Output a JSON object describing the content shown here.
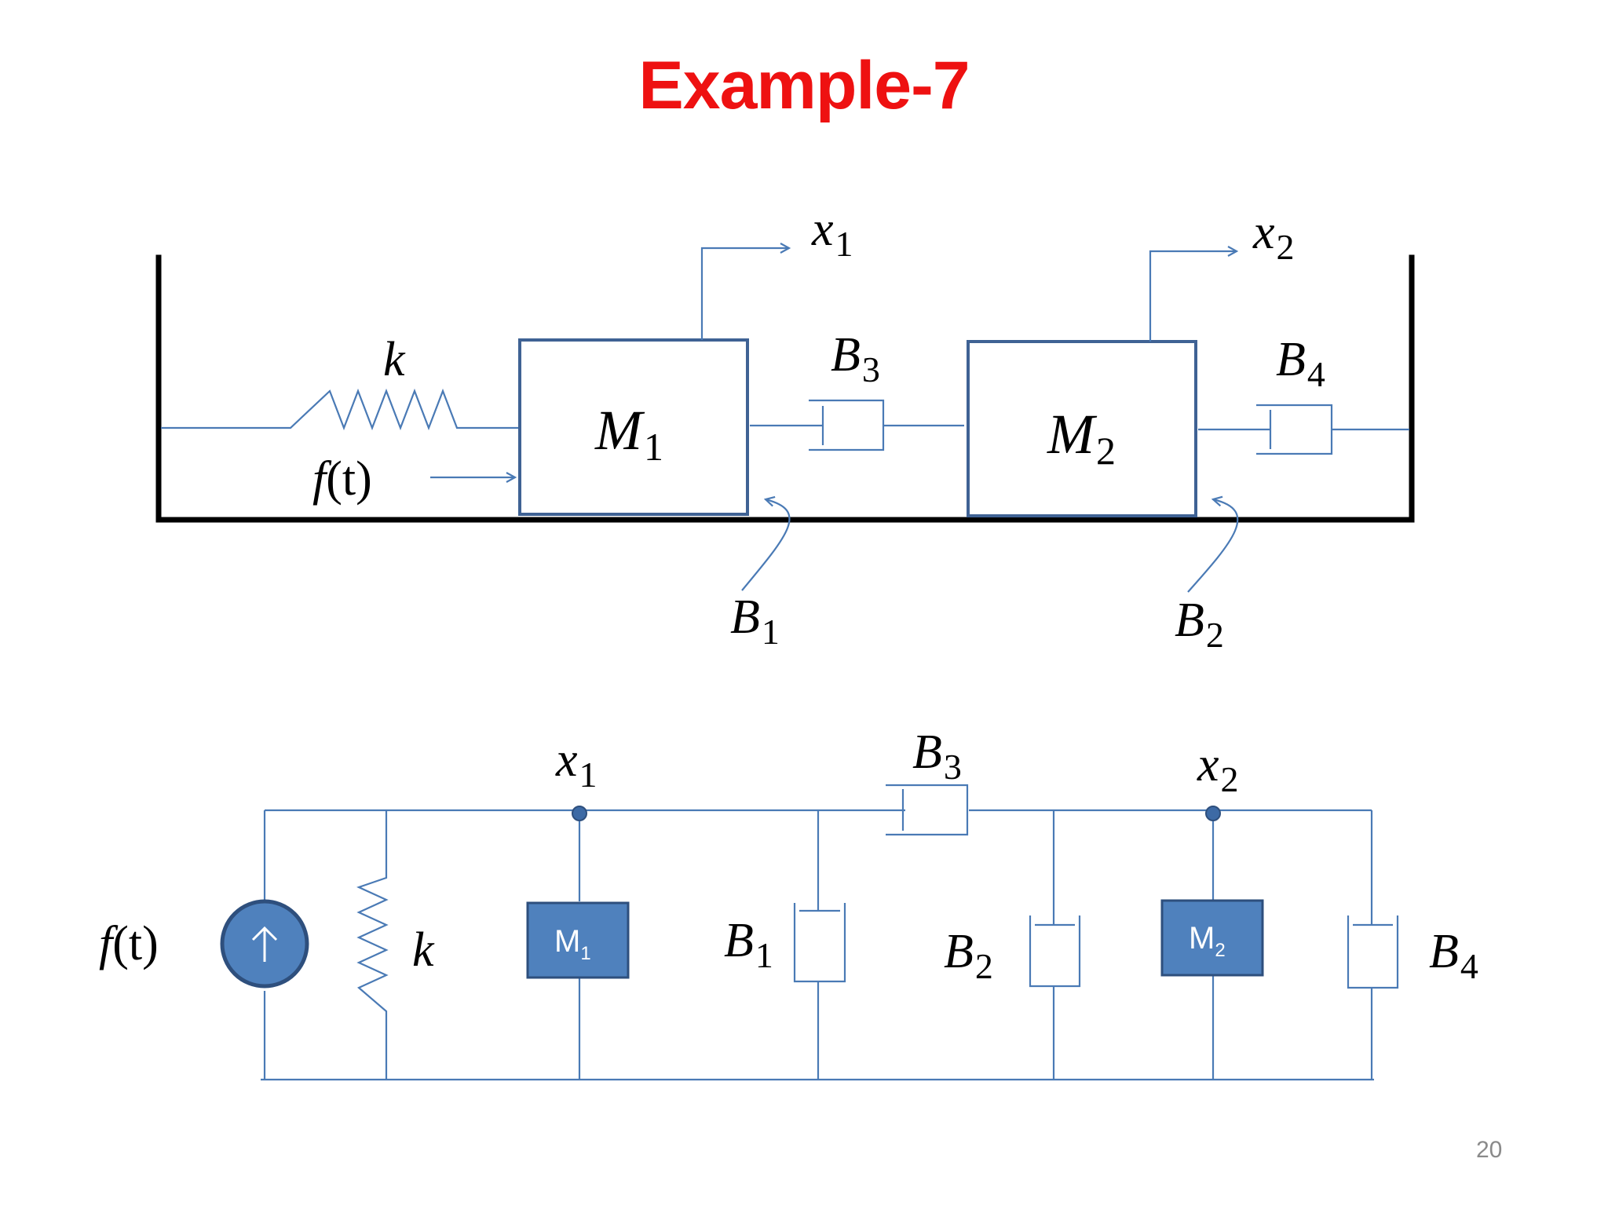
{
  "title": "Example-7",
  "page_number": "20",
  "colors": {
    "title": "#ee1111",
    "wire": "#4a7ab5",
    "mass_fill": "#4f81bd",
    "page_number": "#8a8a8a"
  },
  "mechanical": {
    "spring": {
      "symbol": "k"
    },
    "force": {
      "symbol": "f",
      "argument": "(t)"
    },
    "mass_1": {
      "symbol": "M",
      "index": "1"
    },
    "mass_2": {
      "symbol": "M",
      "index": "2"
    },
    "displacement_1": {
      "symbol": "x",
      "index": "1"
    },
    "displacement_2": {
      "symbol": "x",
      "index": "2"
    },
    "damper_B1": {
      "symbol": "B",
      "index": "1"
    },
    "damper_B2": {
      "symbol": "B",
      "index": "2"
    },
    "damper_B3": {
      "symbol": "B",
      "index": "3"
    },
    "damper_B4": {
      "symbol": "B",
      "index": "4"
    }
  },
  "circuit": {
    "source": {
      "symbol": "f",
      "argument": "(t)",
      "icon": "up-arrow-icon"
    },
    "spring": {
      "symbol": "k"
    },
    "node_1": {
      "symbol": "x",
      "index": "1"
    },
    "node_2": {
      "symbol": "x",
      "index": "2"
    },
    "mass_1": {
      "label": "M",
      "index": "1"
    },
    "mass_2": {
      "label": "M",
      "index": "2"
    },
    "damper_B1": {
      "symbol": "B",
      "index": "1"
    },
    "damper_B2": {
      "symbol": "B",
      "index": "2"
    },
    "damper_B3": {
      "symbol": "B",
      "index": "3"
    },
    "damper_B4": {
      "symbol": "B",
      "index": "4"
    }
  }
}
